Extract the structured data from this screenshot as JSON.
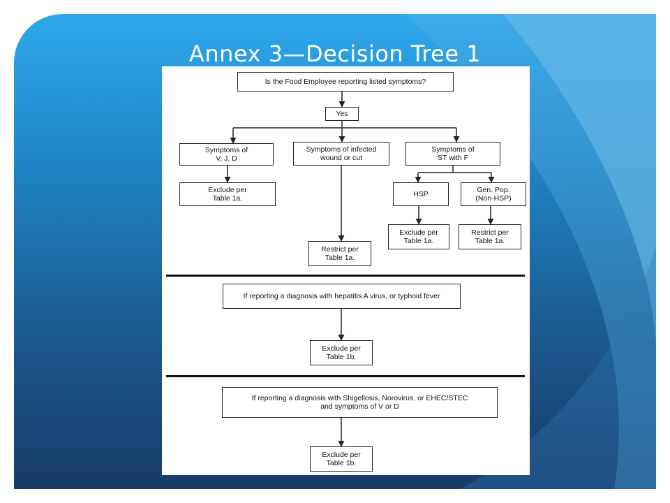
{
  "slide": {
    "title": "Annex 3—Decision Tree 1",
    "colors": {
      "background_top": "#2ea8ec",
      "background_bottom": "#173c68",
      "curve_accent": "#5ab0e4",
      "title_text": "#ffffff",
      "figure_background": "#ffffff",
      "box_border": "#222222"
    }
  },
  "flowchart": {
    "section_1": {
      "question": "Is the Food Employee reporting listed symptoms?",
      "answer_yes": "Yes",
      "branch_vjd": "Symptoms of\nV, J, D",
      "branch_wound": "Symptoms of infected\nwound or cut",
      "branch_stf": "Symptoms of\nST with F",
      "vjd_action": "Exclude per\nTable 1a.",
      "wound_action": "Restrict per\nTable 1a.",
      "hsp": "HSP",
      "gen_pop": "Gen. Pop.\n(Non-HSP)",
      "hsp_action": "Exclude per\nTable 1a.",
      "gen_pop_action": "Restrict per\nTable 1a."
    },
    "section_2": {
      "condition": "If reporting a diagnosis with hepatitis A virus, or typhoid fever",
      "action": "Exclude per\nTable 1b."
    },
    "section_3": {
      "condition": "If reporting a diagnosis with Shigellosis, Norovirus, or EHEC/STEC\nand symptoms of V or D",
      "action": "Exclude per\nTable 1b."
    }
  }
}
